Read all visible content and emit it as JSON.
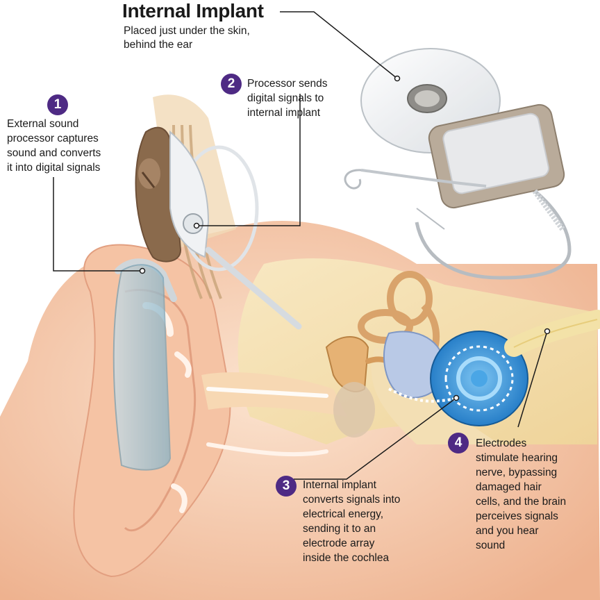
{
  "header": {
    "title": "Internal Implant",
    "subtitle": "Placed just under the skin,\nbehind the ear"
  },
  "steps": [
    {
      "number": "1",
      "text": "External sound\nprocessor captures\nsound and converts\nit into digital signals"
    },
    {
      "number": "2",
      "text": "Processor sends\ndigital signals to\ninternal implant"
    },
    {
      "number": "3",
      "text": "Internal implant\nconverts signals into\nelectrical energy,\nsending it to an\nelectrode array\ninside the cochlea"
    },
    {
      "number": "4",
      "text": "Electrodes\nstimulate hearing\nnerve, bypassing\ndamaged hair\ncells, and the brain\nperceives signals\nand you hear\nsound"
    }
  ],
  "colors": {
    "badge": "#4e2a84",
    "skin": "#f4c9a8",
    "cochlea": "#2f8fd6",
    "processor": "#9cc4d6"
  }
}
